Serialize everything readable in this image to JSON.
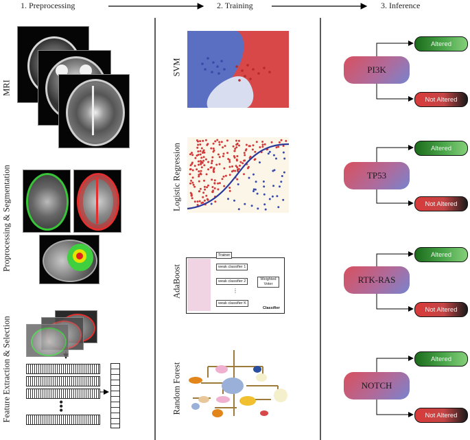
{
  "stages": {
    "preprocessing": "1. Preprocessing",
    "training": "2. Training",
    "inference": "3. Inference"
  },
  "preprocessing": {
    "mri_label": "MRI",
    "segmentation_label": "Proprocessing & Segmentation",
    "features_label": "Feature Extraction & Selection"
  },
  "training": {
    "svm_label": "SVM",
    "logreg_label": "Logistic Regression",
    "adaboost_label": "AdaBoost",
    "rf_label": "Random Forest",
    "adaboost": {
      "trainer": "Trainer",
      "weak1": "weak classifier 1",
      "weak2": "weak classifier 2",
      "weakK": "weak classifier K",
      "voter": "Weighted Voter",
      "classifier": "Classifier"
    }
  },
  "inference": {
    "genes": [
      "PI3K",
      "TP53",
      "RTK-RAS",
      "NOTCH"
    ],
    "altered_label": "Altered",
    "not_altered_label": "Not Altered"
  },
  "colors": {
    "altered": "#3c9a3c",
    "not_altered": "#d63c3c",
    "svm_blue": "#5a6fc2",
    "svm_red": "#d84848",
    "lr_curve": "#2b3a9a"
  }
}
